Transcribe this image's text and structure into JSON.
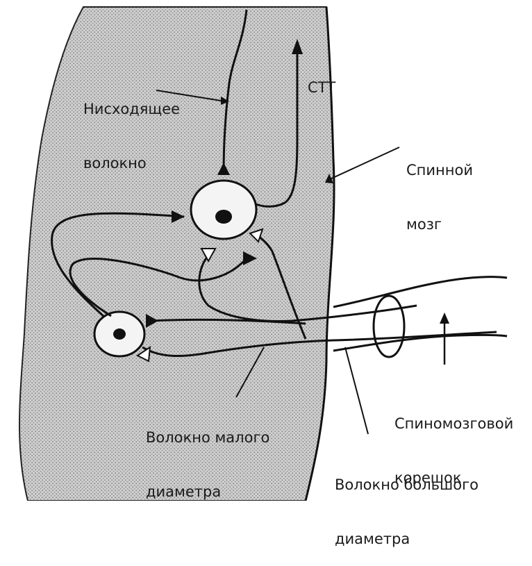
{
  "labels": {
    "descending_fiber": [
      "Нисходящее",
      "волокно"
    ],
    "stt": "СТТ",
    "spinal_cord": [
      "Спинной",
      "мозг"
    ],
    "spinal_root": [
      "Спиномозговой",
      "корешок"
    ],
    "small_fiber": [
      "Волокно малого",
      "диаметра"
    ],
    "large_fiber": [
      "Волокно большого",
      "диаметра"
    ]
  },
  "colors": {
    "tissue_fill": "#c9c9c9",
    "ink": "#111111",
    "cell_fill": "#f4f4f4",
    "background": "#ffffff"
  }
}
